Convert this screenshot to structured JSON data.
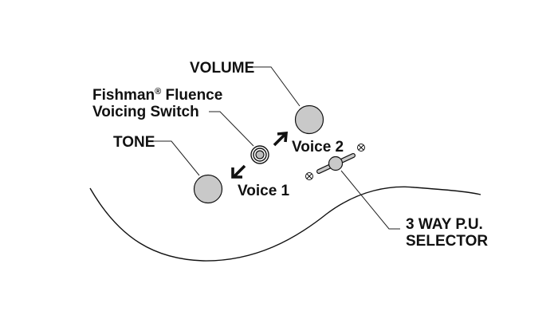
{
  "labels": {
    "volume": "VOLUME",
    "fishman_line1": "Fishman",
    "fishman_reg": "®",
    "fishman_line1_rest": " Fluence",
    "fishman_line2": "Voicing Switch",
    "tone": "TONE",
    "voice2": "Voice 2",
    "voice1": "Voice 1",
    "selector_line1": "3 WAY P.U.",
    "selector_line2": "SELECTOR"
  },
  "colors": {
    "knob_fill": "#c9c9c9",
    "outline": "#111111",
    "background": "#ffffff"
  }
}
